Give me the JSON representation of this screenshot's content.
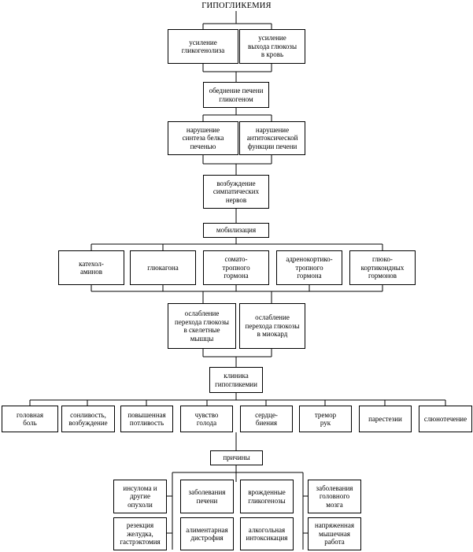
{
  "title": "ГИПОГЛИКЕМИЯ",
  "row1": [
    "усиление\nгликогенолиза",
    "усиление\nвыхода глюкозы\nв кровь"
  ],
  "row2": "обеднение печени\nгликогеном",
  "row3": [
    "нарушение\nсинтеза белка\nпеченью",
    "нарушение\nантитоксической\nфункции печени"
  ],
  "row4": "возбуждение\nсимпатических\nнервов",
  "row5": "мобилизация",
  "hormones": [
    "катехол-\nаминов",
    "глюкагона",
    "сомато-\nтропного\nгормона",
    "адренокортико-\nтропного\nгормона",
    "глюко-\nкортикоидных\nгормонов"
  ],
  "row7": [
    "ослабление\nперехода глюкозы\nв скелетные\nмышцы",
    "ослабление\nперехода глюкозы\nв миокард"
  ],
  "clinic": "клиника\nгипогликемии",
  "symptoms": [
    "головная\nболь",
    "сонливость,\nвозбуждение",
    "повышенная\nпотливость",
    "чувство\nголода",
    "сердце-\nбиения",
    "тремор\nрук",
    "парестезии",
    "слюнотечение"
  ],
  "causes_title": "причины",
  "causes": [
    "инсулома и\nдругие\nопухоли",
    "заболевания\nпечени",
    "врожденные\nгликогенозы",
    "заболевания\nголовного\nмозга",
    "резекция\nжелудка,\nгастрэктомия",
    "алиментарная\nдистрофия",
    "алкогольная\nинтоксикация",
    "напряженная\nмышечная\nработа"
  ]
}
